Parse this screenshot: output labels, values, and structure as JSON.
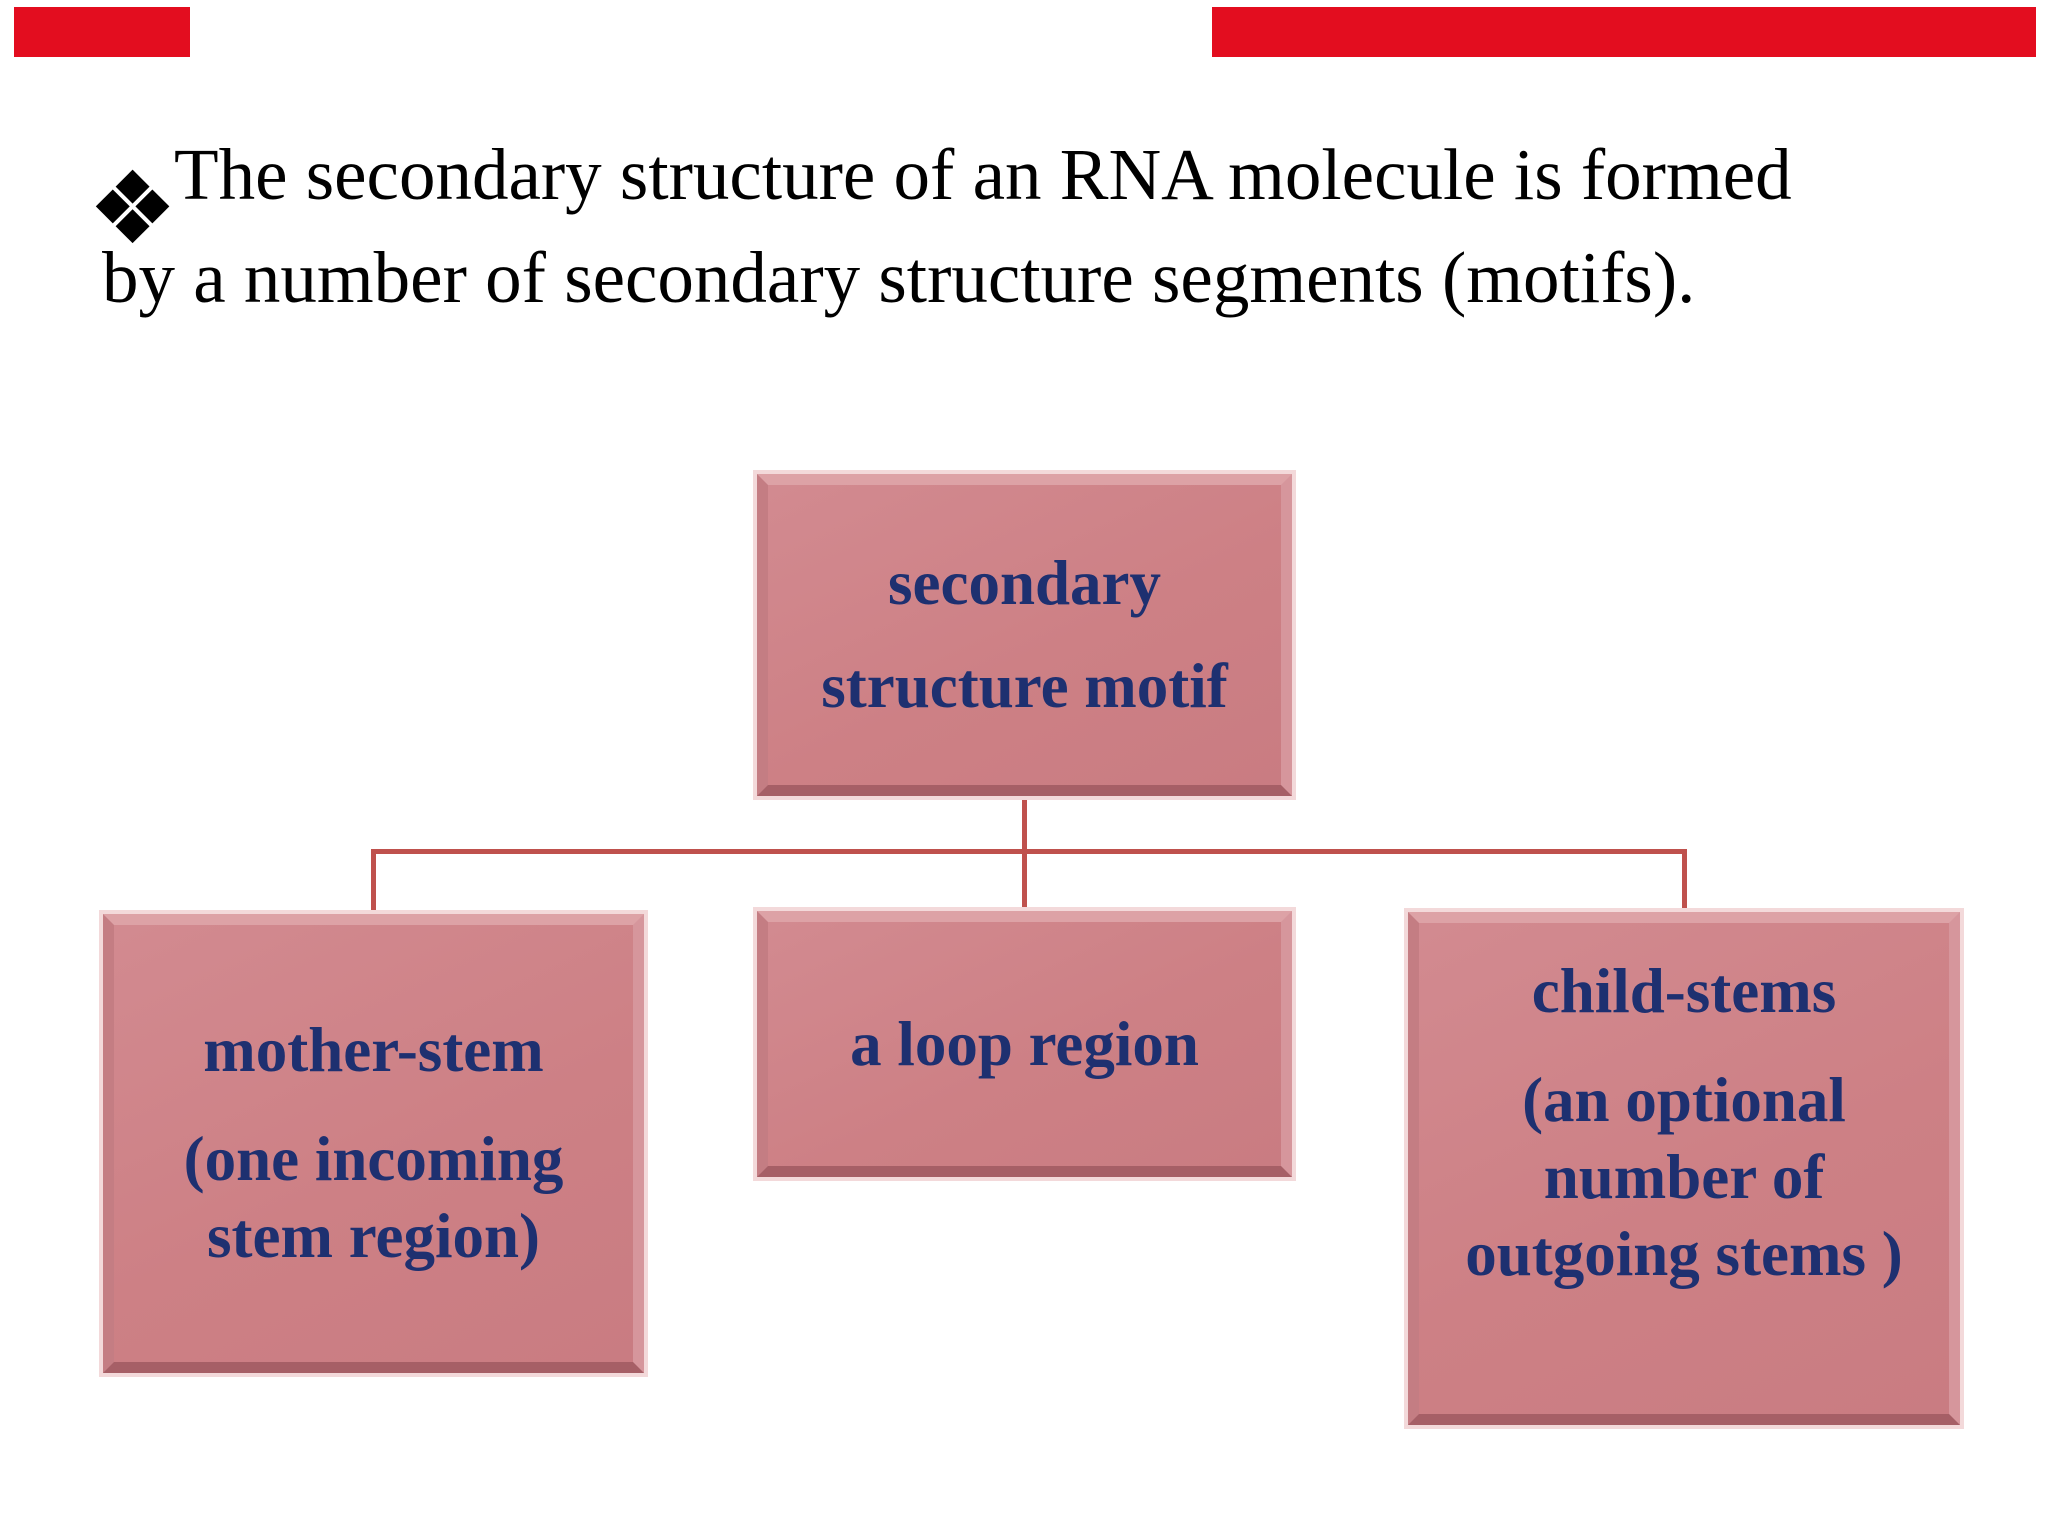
{
  "slide": {
    "background_color": "#ffffff",
    "decor": {
      "red_bar_color": "#e30d1f"
    },
    "title": {
      "bullet_glyph": "diamond-bullet",
      "line1": "The secondary structure of an RNA molecule is formed",
      "line2": "by a number of secondary structure segments (motifs).",
      "color": "#000000"
    },
    "diagram": {
      "box_fill_color": "#cd8085",
      "box_text_color": "#1e3070",
      "connector_color": "#bf514d",
      "root": {
        "label": "secondary structure motif",
        "lines": [
          "secondary",
          "structure motif"
        ]
      },
      "children": [
        {
          "label": "mother-stem (one incoming stem region)",
          "lines": [
            "mother-stem",
            "(one incoming",
            "stem region)"
          ]
        },
        {
          "label": "a loop region",
          "lines": [
            "a loop region"
          ]
        },
        {
          "label": "child-stems (an optional number of outgoing stems )",
          "lines": [
            "child-stems",
            "(an optional",
            "number of",
            "outgoing stems )"
          ]
        }
      ]
    }
  }
}
